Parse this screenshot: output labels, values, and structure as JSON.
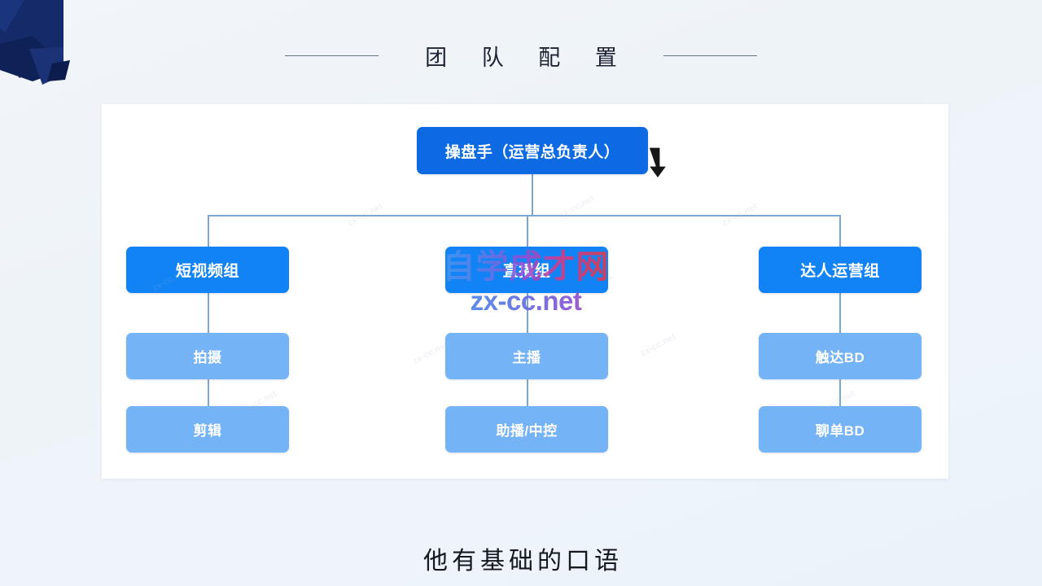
{
  "slide": {
    "title": "团 队 配 置",
    "caption": "他有基础的口语"
  },
  "decor": {
    "corner_ribbon": "navy-ribbon-decoration",
    "ribbon_color": "#12265f",
    "rule_color": "#4a5a74"
  },
  "chart_data": {
    "type": "diagram",
    "subtype": "org-chart",
    "title": "团队配置",
    "colors": {
      "root": "#0e6ae2",
      "group": "#1283f5",
      "leaf": "#74b3f5",
      "connector": "#7aa6d6",
      "card": "#ffffff",
      "background": "#eef3f8"
    },
    "root": {
      "label": "操盘手（运营总负责人）",
      "level": 0
    },
    "branches": [
      {
        "label": "短视频组",
        "level": 1,
        "children": [
          {
            "label": "拍摄",
            "level": 2
          },
          {
            "label": "剪辑",
            "level": 2
          }
        ]
      },
      {
        "label": "直播组",
        "level": 1,
        "children": [
          {
            "label": "主播",
            "level": 2
          },
          {
            "label": "助播/中控",
            "level": 2
          }
        ]
      },
      {
        "label": "达人运营组",
        "level": 1,
        "children": [
          {
            "label": "触达BD",
            "level": 2
          },
          {
            "label": "聊单BD",
            "level": 2
          }
        ]
      }
    ]
  },
  "watermark": {
    "cn": "自学成才网",
    "url": "zx-cc.net",
    "ghost": "zx-cc.net"
  },
  "cursor": {
    "icon": "mouse-pointer-down-arrow"
  }
}
